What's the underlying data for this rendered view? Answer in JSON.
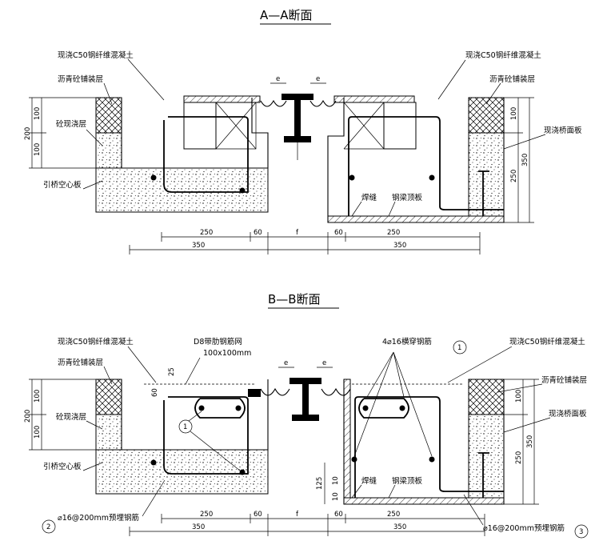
{
  "section_a": {
    "title": "A—A断面",
    "labels": {
      "cast_concrete_left": "现浇C50钢纤维混凝土",
      "cast_concrete_right": "现浇C50钢纤维混凝土",
      "asphalt_left": "沥青砼铺装层",
      "asphalt_right": "沥青砼铺装层",
      "cast_layer": "砼现浇层",
      "approach_slab": "引桥空心板",
      "deck_slab": "现浇桥面板",
      "weld": "焊缝",
      "steel_top_plate": "钢梁顶板"
    },
    "dims": {
      "d100a": "100",
      "d100b": "100",
      "d200": "200",
      "r100": "100",
      "r250": "250",
      "r350": "350",
      "b250l": "250",
      "b60l": "60",
      "bf": "f",
      "b60r": "60",
      "b250r": "250",
      "b350l": "350",
      "b350r": "350",
      "e1": "e",
      "e2": "e"
    }
  },
  "section_b": {
    "title": "B—B断面",
    "labels": {
      "cast_concrete_left": "现浇C50钢纤维混凝土",
      "cast_concrete_right": "现浇C50钢纤维混凝土",
      "mesh": "D8带肋钢筋网",
      "mesh_size": "100x100mm",
      "asphalt_left": "沥青砼铺装层",
      "asphalt_right": "沥青砼铺装层",
      "cast_layer": "砼现浇层",
      "approach_slab": "引桥空心板",
      "deck_slab": "现浇桥面板",
      "weld": "焊缝",
      "steel_top_plate": "钢梁顶板",
      "cross_bars": "4⌀16横穿钢筋",
      "embed_left": "⌀16@200mm预埋钢筋",
      "embed_right": "⌀16@200mm预埋钢筋"
    },
    "callouts": {
      "c1_top": "1",
      "c1_left": "1",
      "c2": "2",
      "c3": "3"
    },
    "dims": {
      "d25": "25",
      "d60a": "60",
      "d100a": "100",
      "d100b": "100",
      "d200": "200",
      "r100": "100",
      "r250": "250",
      "r350": "350",
      "d125": "125",
      "d10a": "10",
      "d10b": "10",
      "b250l": "250",
      "b60l": "60",
      "bf": "f",
      "b60r": "60",
      "b250r": "250",
      "b350l": "350",
      "b350r": "350",
      "e1": "e",
      "e2": "e"
    }
  }
}
